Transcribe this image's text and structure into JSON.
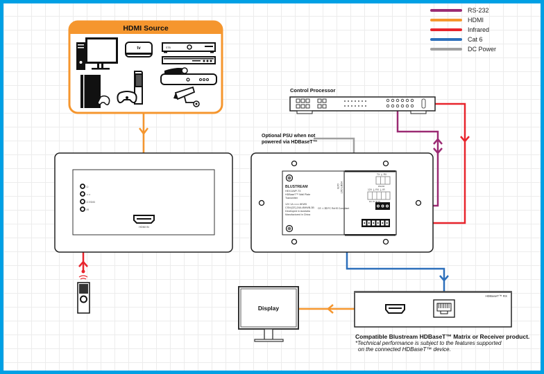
{
  "legend": [
    {
      "label": "RS-232",
      "color": "#9b2a73"
    },
    {
      "label": "HDMI",
      "color": "#f5962e"
    },
    {
      "label": "Infrared",
      "color": "#e8242c"
    },
    {
      "label": "Cat 6",
      "color": "#2c6fbb"
    },
    {
      "label": "DC Power",
      "color": "#a0a0a0"
    }
  ],
  "colors": {
    "frame": "#00a0e4",
    "source_accent": "#f5962e"
  },
  "hdmi_source": {
    "title": "HDMI Source",
    "devices": [
      "pc-monitor",
      "apple-tv",
      "set-top-box",
      "blu-ray-player",
      "playstation-console",
      "xbox-console",
      "satellite-receiver",
      "cctv-camera"
    ],
    "apple_tv_logo": "tv",
    "stb_label": "STB"
  },
  "wallplate_front": {
    "leds": [
      {
        "label": "⏻",
        "name": "power"
      },
      {
        "label": "⊂⊃",
        "name": "link"
      },
      {
        "label": "⊡ EDID",
        "name": "edid"
      },
      {
        "label": "IR",
        "name": "ir"
      }
    ],
    "hdmi_label": "HDMI IN"
  },
  "control_processor": {
    "title": "Control Processor"
  },
  "psu_note": {
    "line1": "Optional PSU when not",
    "line2": "powered via HDBaseT™"
  },
  "wallplate_back": {
    "brand": "BLUSTREAM",
    "model": "HEX11WP-TX",
    "product": "HDBaseT™ Wall Plate",
    "type": "Transmitter",
    "spec1": "12V 1A ═══ 8KW5",
    "spec2": "CSN:[CE]-3/UL/8MWB-3B",
    "made1": "Developed in Australia",
    "made2": "Manufactured in China",
    "compliance": "CE ⚠ ⌧ FC RoHS Compliant",
    "port_label": "HDBT OUT",
    "port_sub": "CAT6",
    "rs232_label": "TX ⏚ RX",
    "rs232_sub": "RS232",
    "ir_label": "12V ⏚  RX ⏚ IR",
    "ir_sub": "DC IN   IR IN"
  },
  "receiver": {
    "label": "HDBaseT™ RX",
    "note_bold": "Compatible Blustream HDBaseT™ Matrix or Receiver product.",
    "note_line1": "*Technical performance is subject to the features supported",
    "note_line2": "on the connected HDBaseT™ device."
  },
  "display": {
    "label": "Display"
  }
}
